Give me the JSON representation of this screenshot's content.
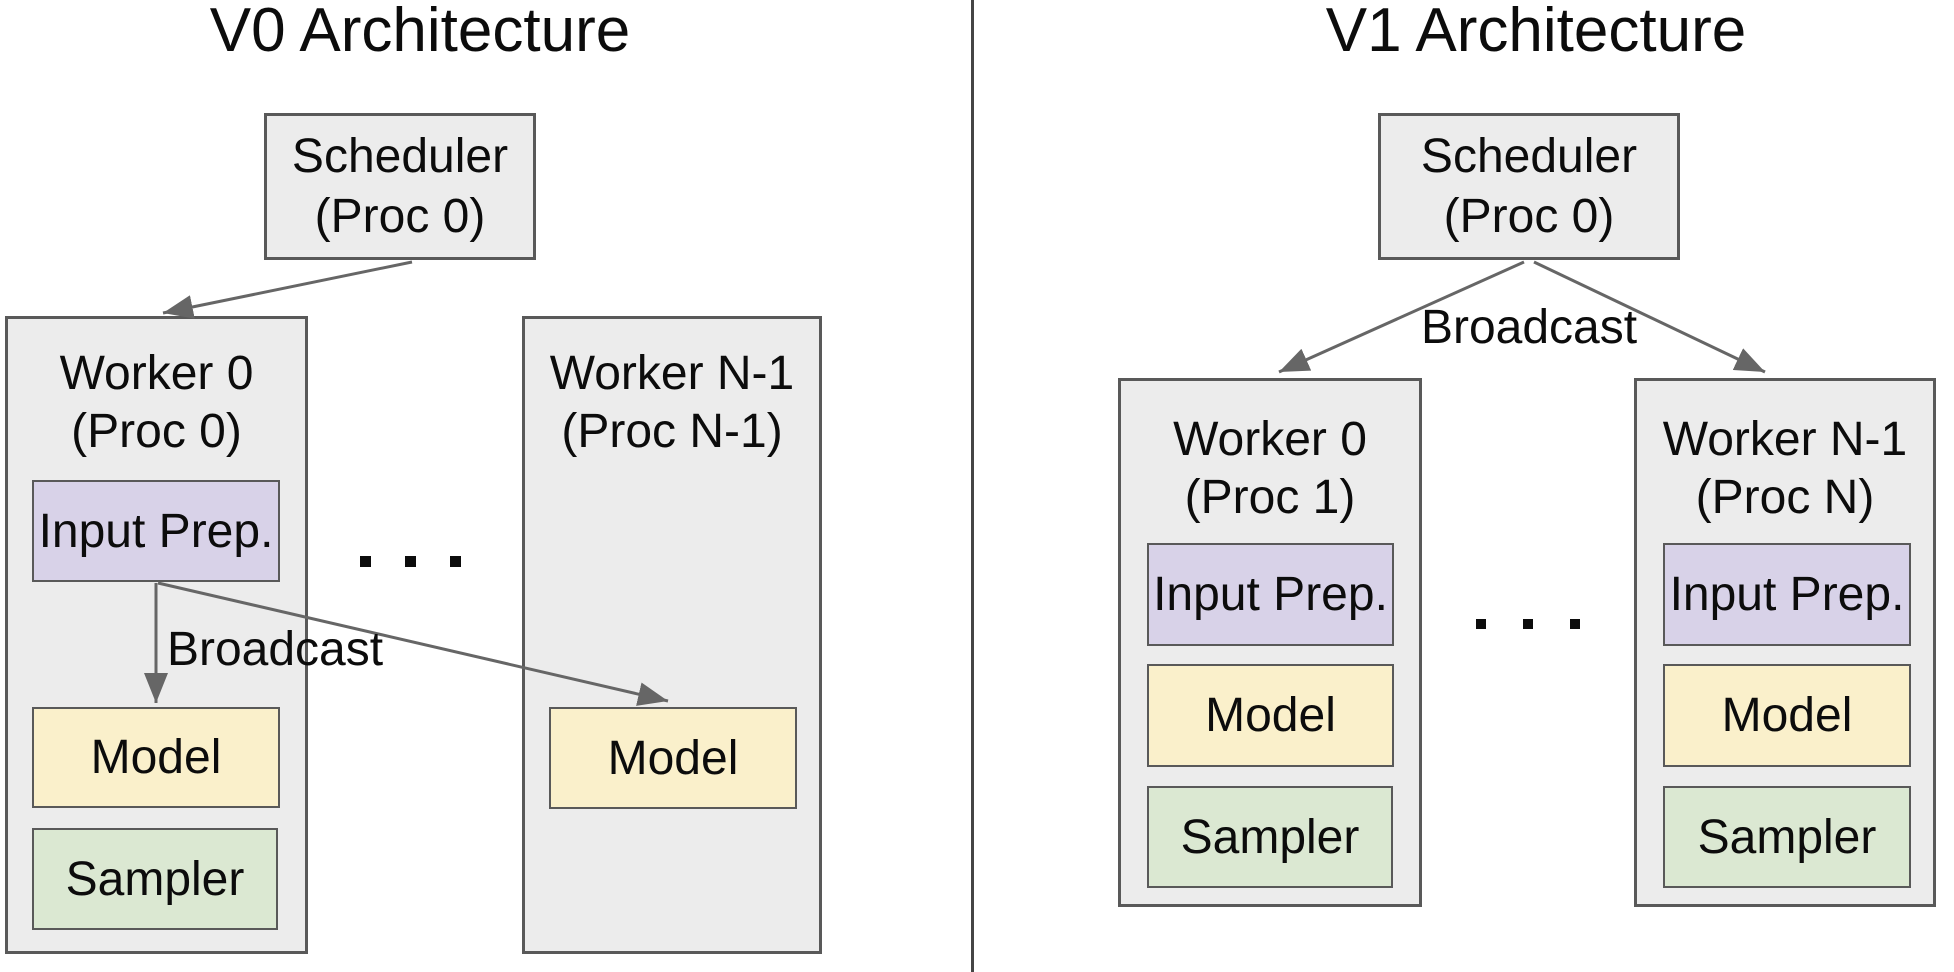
{
  "theme": {
    "page_bg": "#ffffff",
    "container_fill": "#ececec",
    "container_border": "#595959",
    "input_prep_fill": "#d8d2e8",
    "model_fill": "#faf0cb",
    "sampler_fill": "#dbe8d2",
    "arrow_color": "#666666",
    "divider_color": "#454545",
    "text_color": "#0c0c0c"
  },
  "left_panel": {
    "title": "V0 Architecture",
    "scheduler": {
      "line1": "Scheduler",
      "line2": "(Proc 0)"
    },
    "broadcast_label": "Broadcast",
    "ellipsis": ". . .",
    "worker0": {
      "title_line1": "Worker 0",
      "title_line2": "(Proc 0)",
      "input_prep_label": "Input Prep.",
      "model_label": "Model",
      "sampler_label": "Sampler"
    },
    "workerN": {
      "title_line1": "Worker N-1",
      "title_line2": "(Proc N-1)",
      "model_label": "Model"
    }
  },
  "right_panel": {
    "title": "V1 Architecture",
    "scheduler": {
      "line1": "Scheduler",
      "line2": "(Proc 0)"
    },
    "broadcast_label": "Broadcast",
    "ellipsis": ". . .",
    "worker0": {
      "title_line1": "Worker 0",
      "title_line2": "(Proc 1)",
      "input_prep_label": "Input Prep.",
      "model_label": "Model",
      "sampler_label": "Sampler"
    },
    "workerN": {
      "title_line1": "Worker N-1",
      "title_line2": "(Proc N)",
      "input_prep_label": "Input Prep.",
      "model_label": "Model",
      "sampler_label": "Sampler"
    }
  }
}
